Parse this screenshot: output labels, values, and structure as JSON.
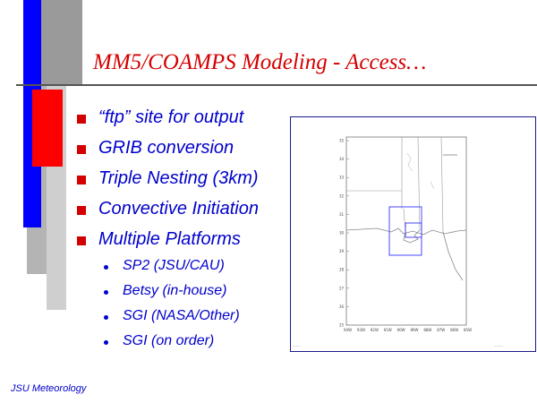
{
  "slide": {
    "title": "MM5/COAMPS Modeling - Access…",
    "bullets": [
      "“ftp” site for output",
      "GRIB conversion",
      "Triple Nesting (3km)",
      "Convective Initiation",
      "Multiple Platforms"
    ],
    "sub_bullets": [
      "SP2 (JSU/CAU)",
      "Betsy (in-house)",
      "SGI (NASA/Other)",
      "SGI (on order)"
    ],
    "footer": "JSU Meteorology"
  },
  "colors": {
    "title": "#d40000",
    "text": "#0000cc",
    "bullet_square": "#d40000",
    "deco_blue": "#0000ff",
    "deco_red": "#ff0000",
    "deco_gray": "#a0a0a0"
  },
  "figure": {
    "type": "model domain map (nested grids over Gulf coast)",
    "lat_labels": [
      "35",
      "34",
      "33",
      "32",
      "31",
      "30",
      "29",
      "28",
      "27",
      "26",
      "25"
    ],
    "lon_labels": [
      "94W",
      "93W",
      "92W",
      "91W",
      "90W",
      "89W",
      "88W",
      "87W",
      "86W",
      "85W"
    ]
  }
}
